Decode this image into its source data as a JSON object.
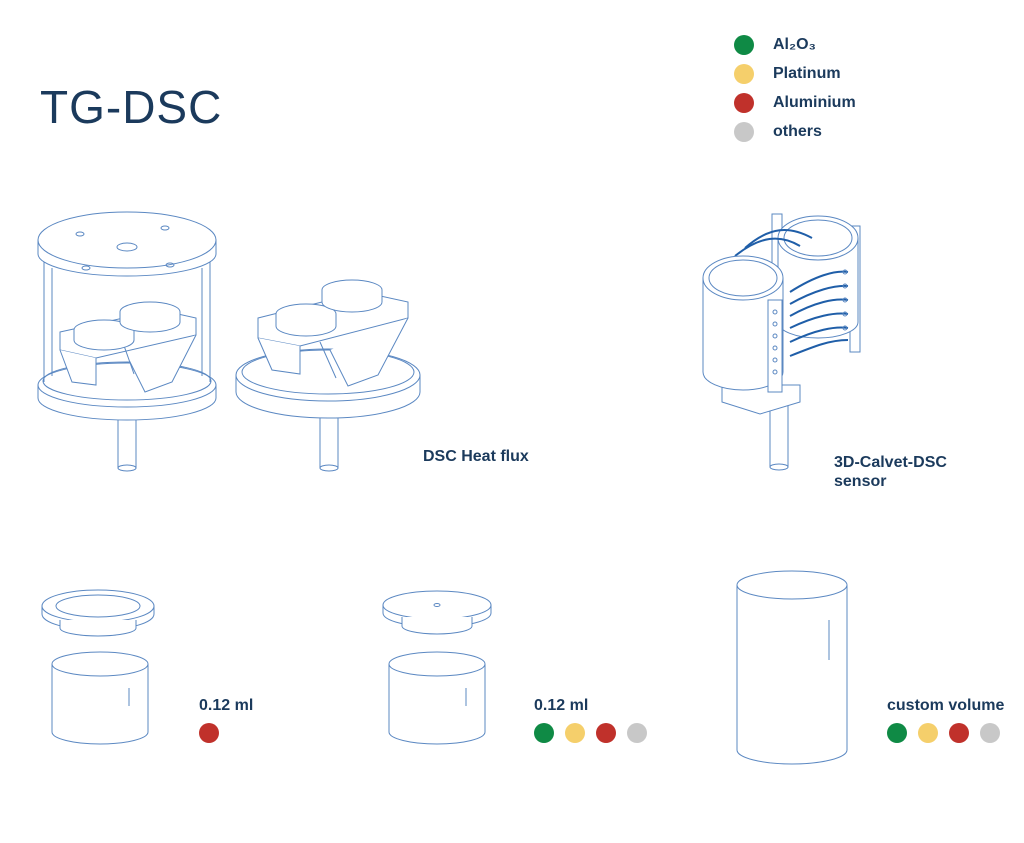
{
  "title": "TG-DSC",
  "legend": [
    {
      "label": "Al₂O₃",
      "color": "#0f8a45",
      "icon": "alumina-dot-icon"
    },
    {
      "label": "Platinum",
      "color": "#f5cf6b",
      "icon": "platinum-dot-icon"
    },
    {
      "label": "Aluminium",
      "color": "#c0312b",
      "icon": "aluminium-dot-icon"
    },
    {
      "label": "others",
      "color": "#c8c8c8",
      "icon": "others-dot-icon"
    }
  ],
  "sensors": {
    "heat_flux_label": "DSC Heat flux",
    "calvet_label_line1": "3D-Calvet-DSC",
    "calvet_label_line2": "sensor"
  },
  "crucibles": [
    {
      "volume": "0.12 ml",
      "materials": [
        "Aluminium"
      ]
    },
    {
      "volume": "0.12 ml",
      "materials": [
        "Al₂O₃",
        "Platinum",
        "Aluminium",
        "others"
      ]
    },
    {
      "volume": "custom volume",
      "materials": [
        "Al₂O₃",
        "Platinum",
        "Aluminium",
        "others"
      ]
    }
  ]
}
